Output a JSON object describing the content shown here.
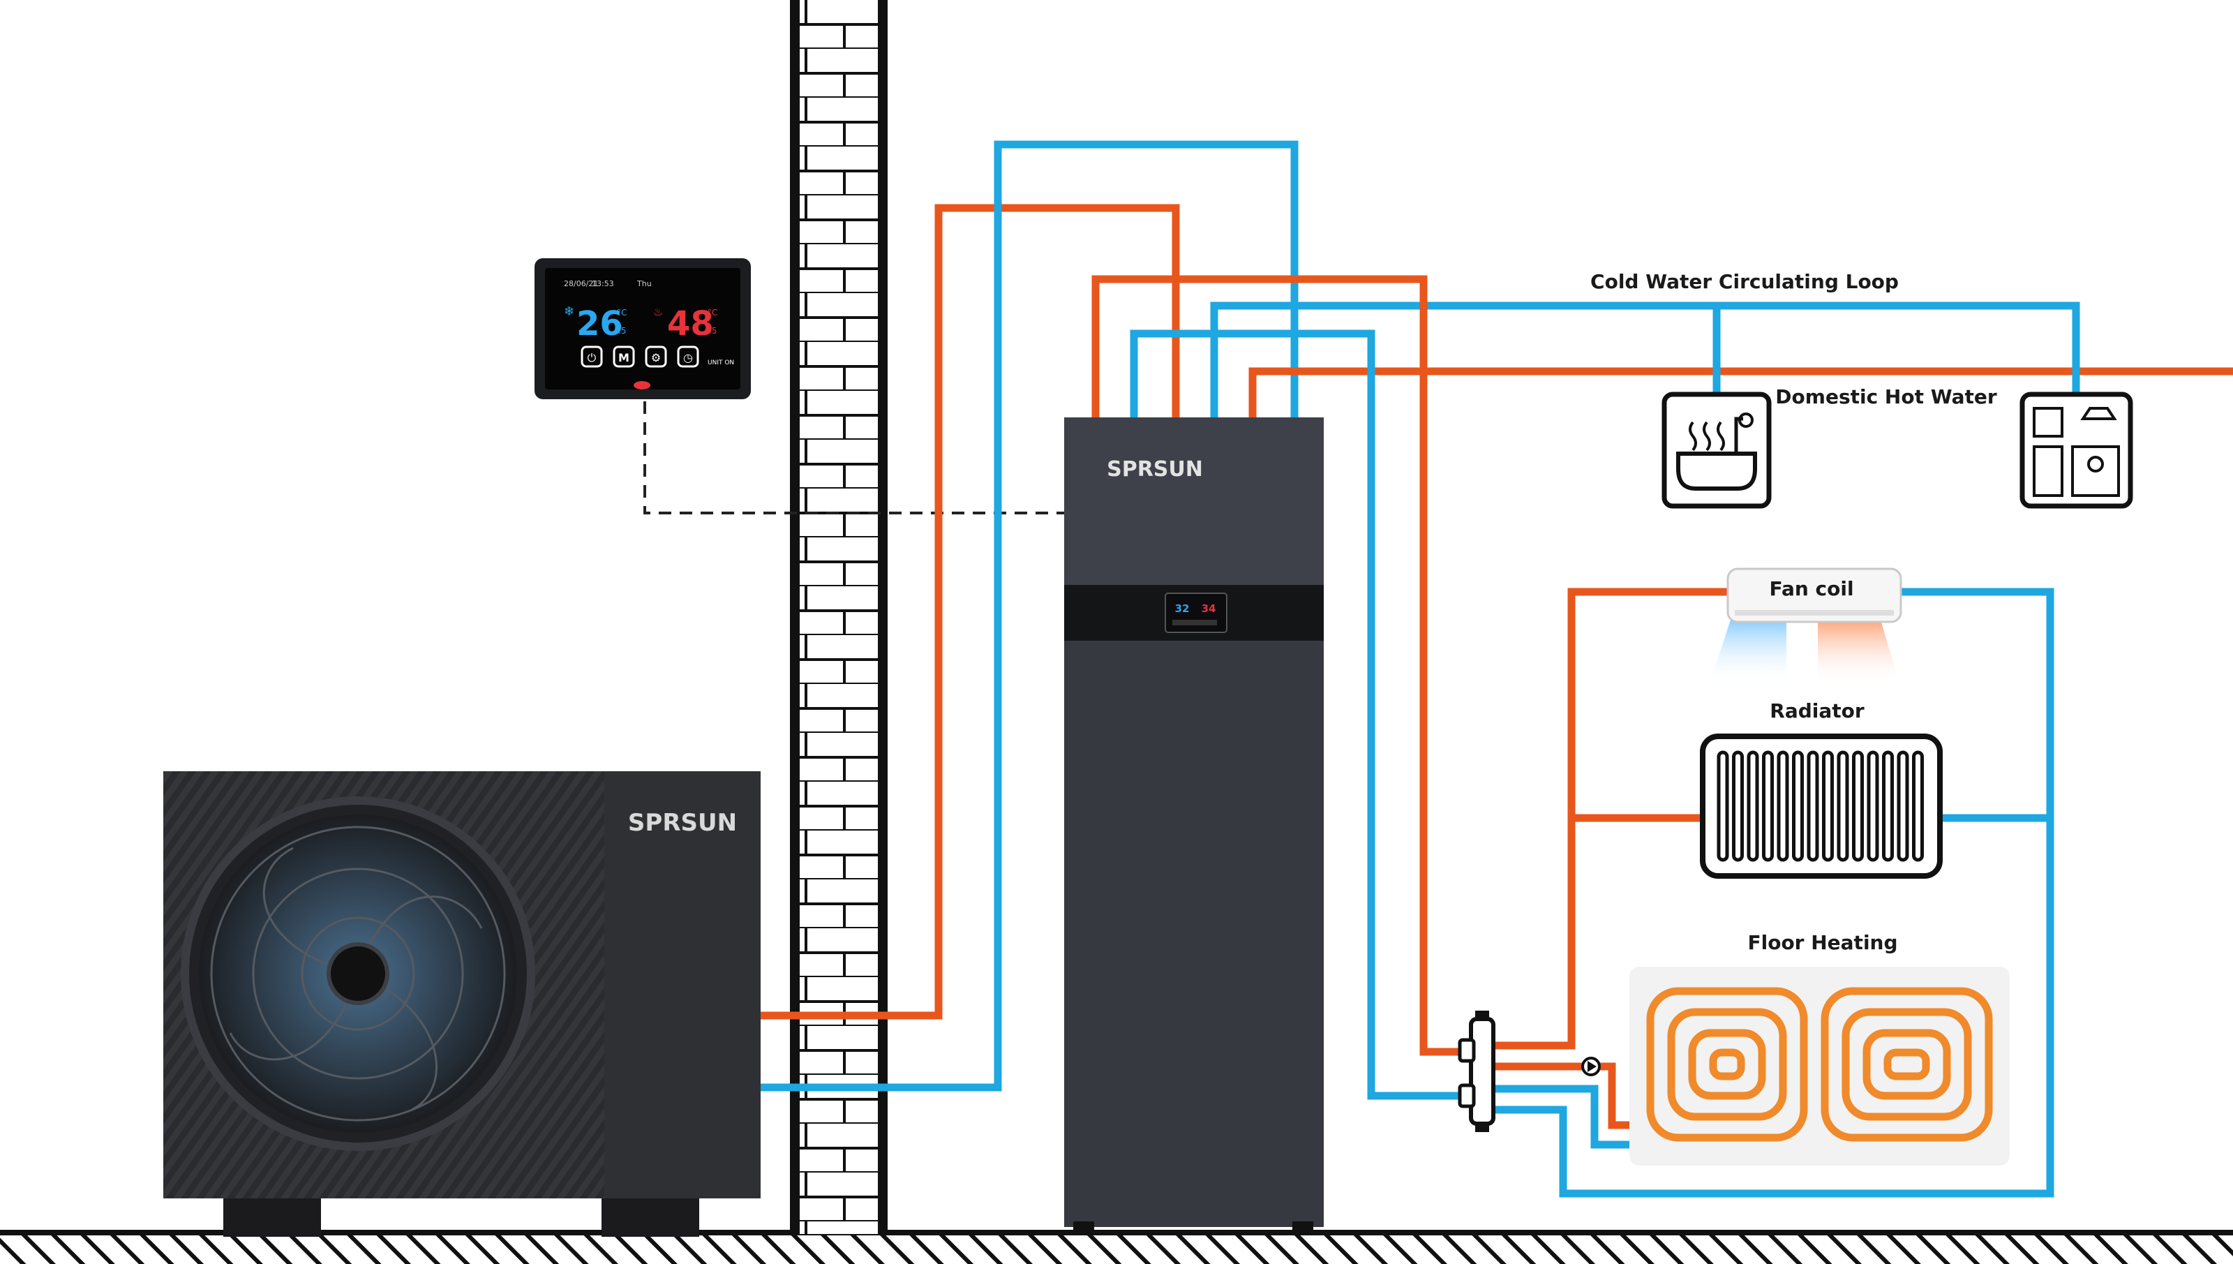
{
  "brand": "SPRSUN",
  "controller": {
    "date": "28/06/21",
    "time": "13:53",
    "day": "Thu",
    "cool_temp": "26",
    "cool_decimal": ".5",
    "cool_unit": "°C",
    "heat_temp": "48",
    "heat_decimal": ".5",
    "heat_unit": "°C",
    "mode_label": "M",
    "status": "UNIT ON"
  },
  "indoor_display": {
    "left_value": "32",
    "right_value": "34"
  },
  "labels": {
    "cold_loop": "Cold Water Circulating Loop",
    "domestic_hot_water": "Domestic Hot Water",
    "fan_coil": "Fan coil",
    "radiator": "Radiator",
    "floor_heating": "Floor Heating"
  },
  "colors": {
    "hot_pipe": "#e8561c",
    "cold_pipe": "#1ea7e0",
    "unit_body": "#2c2d30",
    "indoor_body": "#3a3d44",
    "floor_coil": "#f08a2a"
  }
}
